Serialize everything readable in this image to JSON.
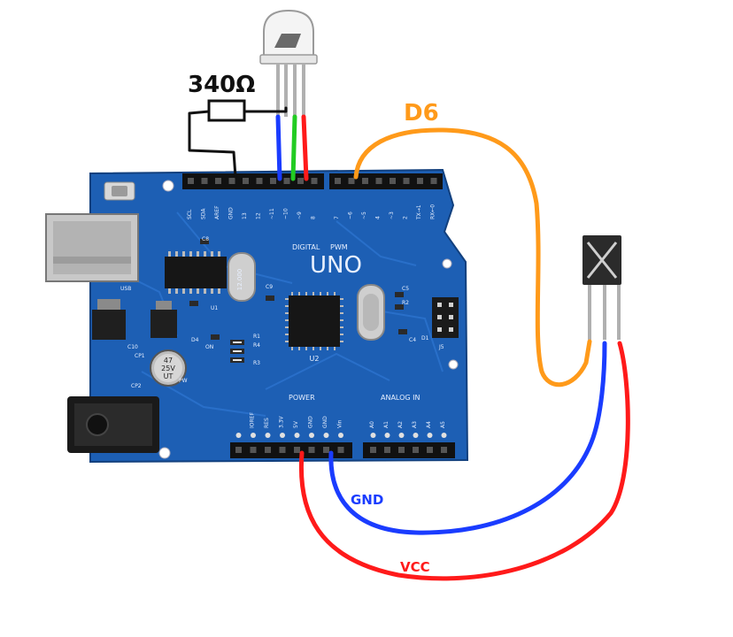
{
  "labels": {
    "resistor": "340Ω",
    "signal_pin": "D6",
    "ground": "GND",
    "power": "VCC"
  },
  "board": {
    "model": "UNO",
    "section_digital": "DIGITAL",
    "section_pwm": "PWM",
    "section_power": "POWER",
    "section_analog": "ANALOG IN",
    "top_header_pins": [
      "SCL",
      "SDA",
      "AREF",
      "GND",
      "13",
      "12",
      "~11",
      "~10",
      "~9",
      "8",
      "7",
      "~6",
      "~5",
      "4",
      "~3",
      "2",
      "TX→1",
      "RX←0"
    ],
    "power_pins": [
      "",
      "IOREF",
      "RES",
      "3.3V",
      "5V",
      "GND",
      "GND",
      "Vin"
    ],
    "analog_pins": [
      "A0",
      "A1",
      "A2",
      "A3",
      "A4",
      "A5"
    ],
    "crystal_text": "12.000",
    "chip_text": "U2",
    "cap_text": [
      "47",
      "25V",
      "UT"
    ],
    "refs": [
      "C8",
      "C9",
      "C10",
      "C5",
      "C4",
      "R1",
      "R2",
      "R3",
      "R4",
      "D1",
      "D4",
      "U1",
      "J5",
      "PW",
      "CP1",
      "CP2",
      "USB",
      "ON"
    ]
  },
  "colors": {
    "board": "#1d5fb4",
    "wire_blue": "#1a3cff",
    "wire_green": "#22cc22",
    "wire_red": "#ff1a1a",
    "wire_orange": "#ff9a1a",
    "wire_black": "#111111"
  }
}
